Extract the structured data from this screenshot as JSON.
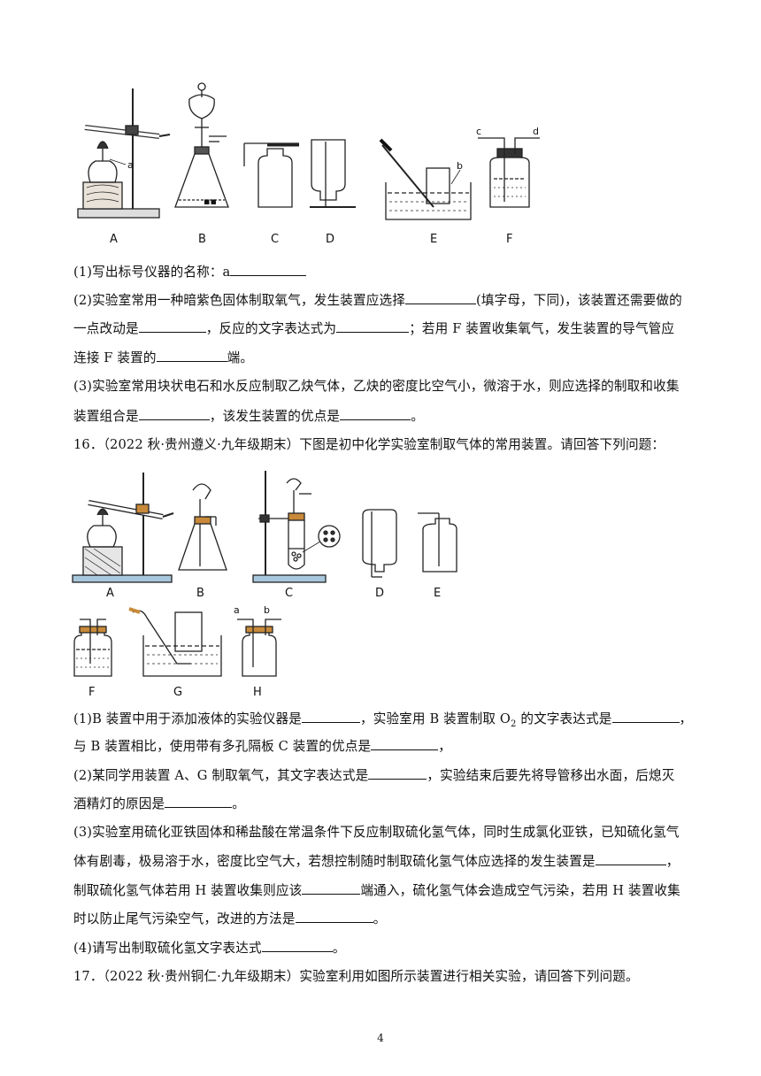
{
  "figure1": {
    "labels": [
      "A",
      "B",
      "C",
      "D",
      "E",
      "F"
    ],
    "callouts": {
      "a": "a",
      "b": "b",
      "c": "c",
      "d": "d"
    }
  },
  "q15": {
    "p1": "(1)写出标号仪器的名称：a",
    "p2_l1a": "(2)实验室常用一种暗紫色固体制取氧气，发生装置应选择",
    "p2_l1b": "(填字母，下同)，该装置还需要做的",
    "p2_l2a": "一点改动是",
    "p2_l2b": "，反应的文字表达式为",
    "p2_l2c": "；若用 F 装置收集氧气，发生装置的导气管应",
    "p2_l3a": "连接 F 装置的",
    "p2_l3b": "端。",
    "p3_l1": "(3)实验室常用块状电石和水反应制取乙炔气体，乙炔的密度比空气小，微溶于水，则应选择的制取和收集",
    "p3_l2a": "装置组合是",
    "p3_l2b": "，该发生装置的优点是",
    "p3_l2c": "。"
  },
  "q16": {
    "header": "16．（2022 秋·贵州遵义·九年级期末）下图是初中化学实验室制取气体的常用装置。请回答下列问题：",
    "figure_labels": [
      "A",
      "B",
      "C",
      "D",
      "E",
      "F",
      "G",
      "H"
    ],
    "callouts": {
      "a": "a",
      "b": "b"
    },
    "p1_l1a": "(1)B 装置中用于添加液体的实验仪器是",
    "p1_l1b": "，实验室用 B 装置制取 O",
    "p1_l1sub": "2",
    "p1_l1c": " 的文字表达式是",
    "p1_l1d": "，",
    "p1_l2a": "与 B 装置相比，使用带有多孔隔板 C 装置的优点是",
    "p1_l2b": "，",
    "p2_l1a": "(2)某同学用装置 A、G 制取氧气，其文字表达式是",
    "p2_l1b": "，实验结束后要先将导管移出水面，后熄灭",
    "p2_l2a": "酒精灯的原因是",
    "p2_l2b": "。",
    "p3_l1": "(3)实验室用硫化亚铁固体和稀盐酸在常温条件下反应制取硫化氢气体，同时生成氯化亚铁，已知硫化氢气",
    "p3_l2a": "体有剧毒，极易溶于水，密度比空气大，若想控制随时制取硫化氢气体应选择的发生装置是",
    "p3_l2b": "，",
    "p3_l3a": "制取硫化氢气体若用 H 装置收集则应该",
    "p3_l3b": "端通入，硫化氢气体会造成空气污染，若用 H 装置收集",
    "p3_l4a": "时以防止尾气污染空气，改进的方法是",
    "p3_l4b": "。",
    "p4a": "(4)请写出制取硫化氢文字表达式",
    "p4b": "。"
  },
  "q17": {
    "header": "17．（2022 秋·贵州铜仁·九年级期末）实验室利用如图所示装置进行相关实验，请回答下列问题。"
  },
  "page_number": "4"
}
